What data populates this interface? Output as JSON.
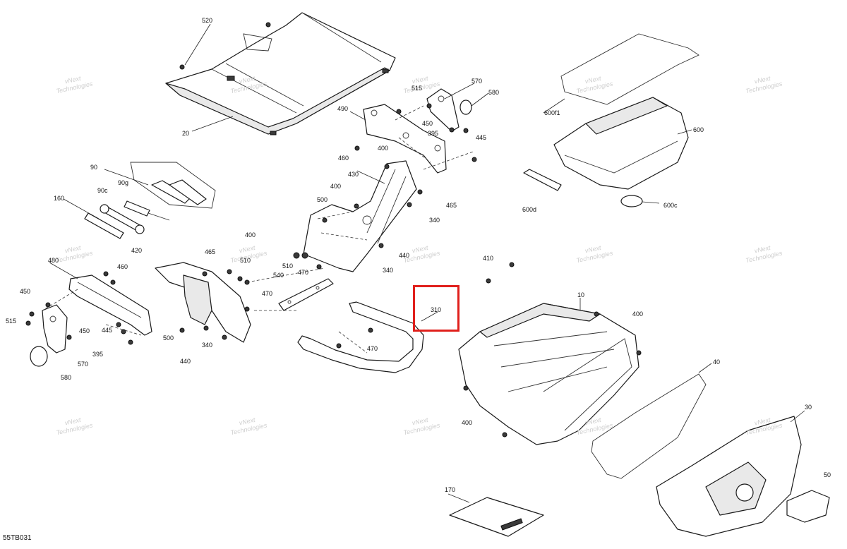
{
  "diagram": {
    "code": "55TB031",
    "highlighted_callout": "310",
    "watermark": {
      "line1": "vNext",
      "line2": "Technologies"
    },
    "callouts": {
      "c520": "520",
      "c20": "20",
      "c490": "490",
      "c515a": "515",
      "c570a": "570",
      "c580a": "580",
      "c450a": "450",
      "c395a": "395",
      "c445a": "445",
      "c460a": "460",
      "c400a": "400",
      "c430": "430",
      "c400b": "400",
      "c465a": "465",
      "c500a": "500",
      "c340a": "340",
      "c440a": "440",
      "c340b": "340",
      "c510a": "510",
      "c470a": "470",
      "c90": "90",
      "c90g": "90g",
      "c90c": "90c",
      "c160": "160",
      "c420": "420",
      "c465b": "465",
      "c400c": "400",
      "c510b": "510",
      "c480": "480",
      "c460b": "460",
      "c540": "540",
      "c470b": "470",
      "c450b": "450",
      "c515b": "515",
      "c450c": "450",
      "c395b": "395",
      "c445b": "445",
      "c500b": "500",
      "c340c": "340",
      "c440b": "440",
      "c570b": "570",
      "c580b": "580",
      "c470c": "470",
      "c310": "310",
      "c410": "410",
      "c10": "10",
      "c400d": "400",
      "c40": "40",
      "c400e": "400",
      "c600f1": "600f1",
      "c600": "600",
      "c600d": "600d",
      "c600c": "600c",
      "c30": "30",
      "c50": "50",
      "c170": "170"
    }
  }
}
